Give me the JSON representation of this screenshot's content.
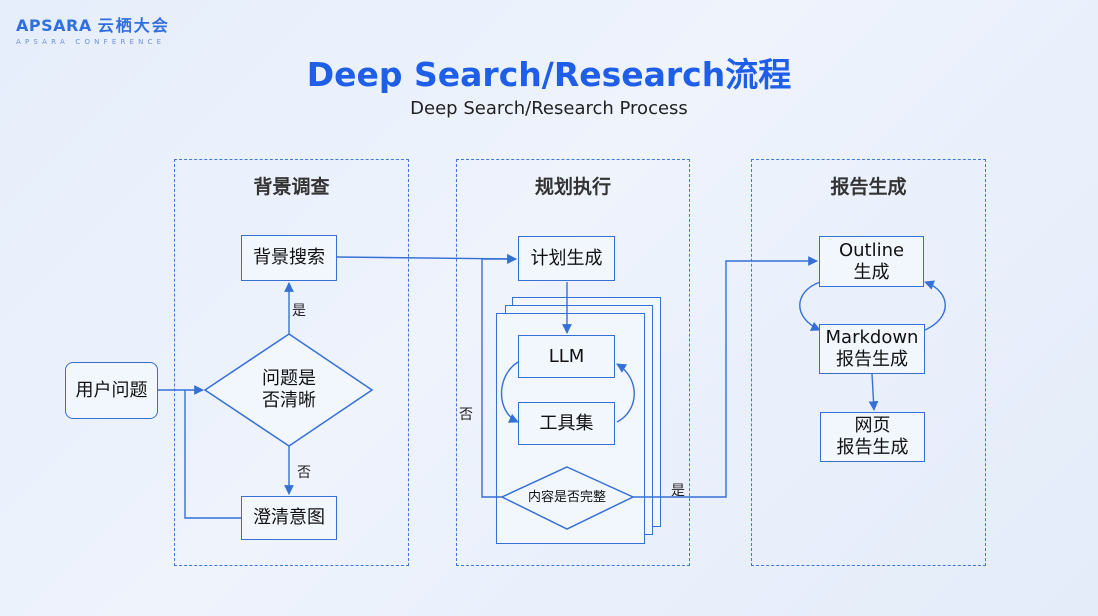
{
  "logo": {
    "brand": "APSARA",
    "brand_cn": "云栖大会",
    "sub": "APSARA CONFERENCE"
  },
  "title": "Deep Search/Research流程",
  "subtitle": "Deep Search/Research Process",
  "panels": {
    "background": "背景调查",
    "planning": "规划执行",
    "report": "报告生成"
  },
  "nodes": {
    "user_question": "用户问题",
    "background_search": "背景搜索",
    "question_clear": "问题是\n否清晰",
    "clarify_intent": "澄清意图",
    "plan_generation": "计划生成",
    "llm": "LLM",
    "toolset": "工具集",
    "content_complete": "内容是否完整",
    "outline": "Outline\n生成",
    "markdown": "Markdown\n报告生成",
    "webpage": "网页\n报告生成"
  },
  "edge_labels": {
    "yes_1": "是",
    "no_1": "否",
    "no_2": "否",
    "yes_2": "是"
  },
  "colors": {
    "accent": "#1e5ee8",
    "line": "#3570d6",
    "box_fill": "#f2f6fd"
  }
}
